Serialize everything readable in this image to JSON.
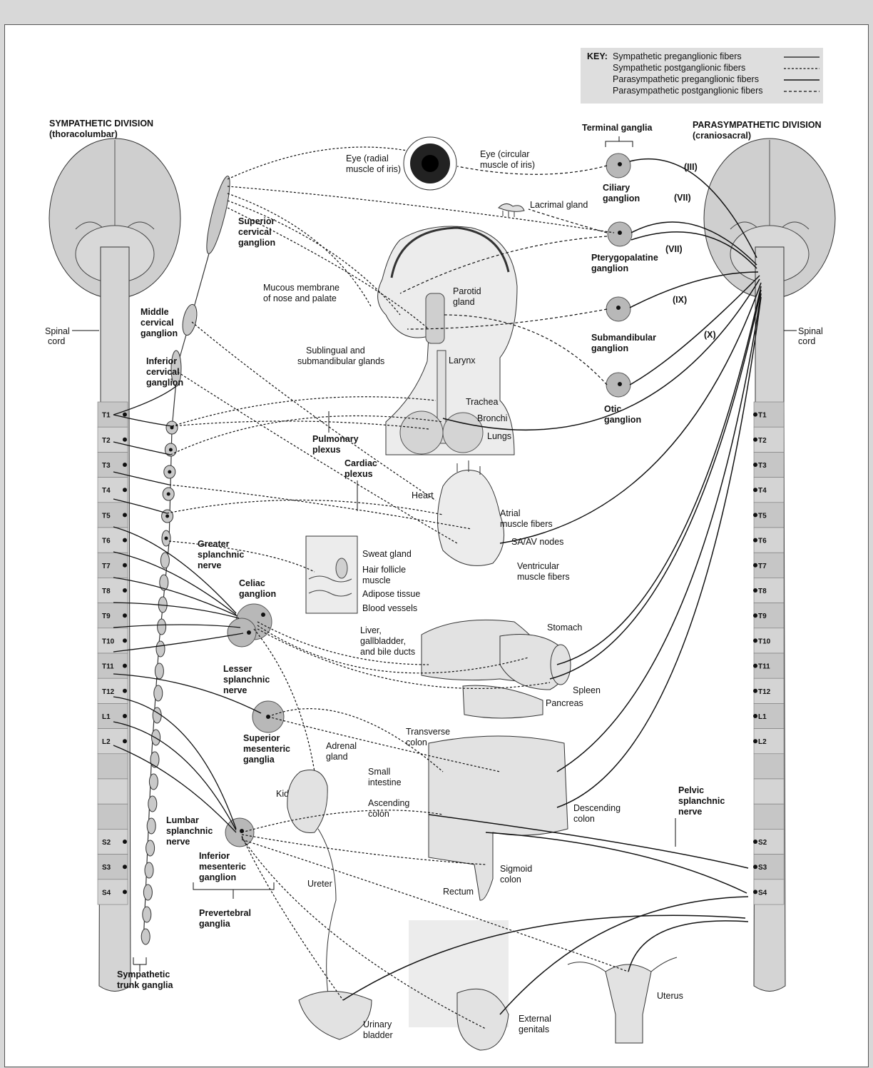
{
  "key": {
    "title": "KEY:",
    "items": [
      {
        "label": "Sympathetic preganglionic fibers",
        "style": "solid"
      },
      {
        "label": "Sympathetic postganglionic fibers",
        "style": "dashed"
      },
      {
        "label": "Parasympathetic preganglionic fibers",
        "style": "solid-bold"
      },
      {
        "label": "Parasympathetic postganglionic fibers",
        "style": "dashed-wide"
      }
    ]
  },
  "divisions": {
    "sympathetic": {
      "title": "SYMPATHETIC DIVISION",
      "subtitle": "(thoracolumbar)"
    },
    "parasympathetic": {
      "title": "PARASYMPATHETIC DIVISION",
      "subtitle": "(craniosacral)"
    }
  },
  "spinal_cord_label": "Spinal",
  "spinal_cord_label2": "cord",
  "segments_left": [
    "T1",
    "T2",
    "T3",
    "T4",
    "T5",
    "T6",
    "T7",
    "T8",
    "T9",
    "T10",
    "T11",
    "T12",
    "L1",
    "L2",
    "",
    "",
    "",
    "S2",
    "S3",
    "S4"
  ],
  "segments_right": [
    "T1",
    "T2",
    "T3",
    "T4",
    "T5",
    "T6",
    "T7",
    "T8",
    "T9",
    "T10",
    "T11",
    "T12",
    "L1",
    "L2",
    "",
    "",
    "",
    "S2",
    "S3",
    "S4"
  ],
  "cranial_nerves": [
    "(III)",
    "(VII)",
    "(VII)",
    "(IX)",
    "(X)"
  ],
  "sympathetic_ganglia": {
    "superior": [
      "Superior",
      "cervical",
      "ganglion"
    ],
    "middle": [
      "Middle",
      "cervical",
      "ganglion"
    ],
    "inferior": [
      "Inferior",
      "cervical",
      "ganglion"
    ],
    "trunk": [
      "Sympathetic",
      "trunk ganglia"
    ],
    "celiac": [
      "Celiac",
      "ganglion"
    ],
    "superior_mesenteric": [
      "Superior",
      "mesenteric",
      "ganglia"
    ],
    "inferior_mesenteric": [
      "Inferior",
      "mesenteric",
      "ganglion"
    ],
    "prevertebral": [
      "Prevertebral",
      "ganglia"
    ]
  },
  "nerves": {
    "greater_splanchnic": [
      "Greater",
      "splanchnic",
      "nerve"
    ],
    "lesser_splanchnic": [
      "Lesser",
      "splanchnic",
      "nerve"
    ],
    "lumbar_splanchnic": [
      "Lumbar",
      "splanchnic",
      "nerve"
    ],
    "pelvic_splanchnic": [
      "Pelvic",
      "splanchnic",
      "nerve"
    ]
  },
  "plexuses": {
    "pulmonary": [
      "Pulmonary",
      "plexus"
    ],
    "cardiac": [
      "Cardiac",
      "plexus"
    ]
  },
  "terminal_ganglia": {
    "title": "Terminal ganglia",
    "ciliary": [
      "Ciliary",
      "ganglion"
    ],
    "pterygopalatine": [
      "Pterygopalatine",
      "ganglion"
    ],
    "submandibular": [
      "Submandibular",
      "ganglion"
    ],
    "otic": [
      "Otic",
      "ganglion"
    ]
  },
  "organs": {
    "eye_radial": [
      "Eye (radial",
      "muscle of iris)"
    ],
    "eye_circular": [
      "Eye (circular",
      "muscle of iris)"
    ],
    "lacrimal": "Lacrimal gland",
    "mucous": [
      "Mucous membrane",
      "of nose and palate"
    ],
    "parotid": [
      "Parotid",
      "gland"
    ],
    "sublingual": [
      "Sublingual and",
      "submandibular glands"
    ],
    "larynx": "Larynx",
    "trachea": "Trachea",
    "bronchi": "Bronchi",
    "lungs": "Lungs",
    "heart": "Heart",
    "atrial": [
      "Atrial",
      "muscle fibers"
    ],
    "sa_av": "SA/AV nodes",
    "ventricular": [
      "Ventricular",
      "muscle fibers"
    ],
    "sweat": "Sweat gland",
    "hair": [
      "Hair follicle",
      "muscle"
    ],
    "adipose": "Adipose tissue",
    "blood": "Blood vessels",
    "liver": [
      "Liver,",
      "gallbladder,",
      "and bile ducts"
    ],
    "stomach": "Stomach",
    "spleen": "Spleen",
    "pancreas": "Pancreas",
    "transverse": [
      "Transverse",
      "colon"
    ],
    "adrenal": [
      "Adrenal",
      "gland"
    ],
    "small_int": [
      "Small",
      "intestine"
    ],
    "ascending": [
      "Ascending",
      "colon"
    ],
    "kidney": "Kidney",
    "descending": [
      "Descending",
      "colon"
    ],
    "sigmoid": [
      "Sigmoid",
      "colon"
    ],
    "rectum": "Rectum",
    "ureter": "Ureter",
    "bladder": [
      "Urinary",
      "bladder"
    ],
    "genitals": [
      "External",
      "genitals"
    ],
    "uterus": "Uterus"
  }
}
